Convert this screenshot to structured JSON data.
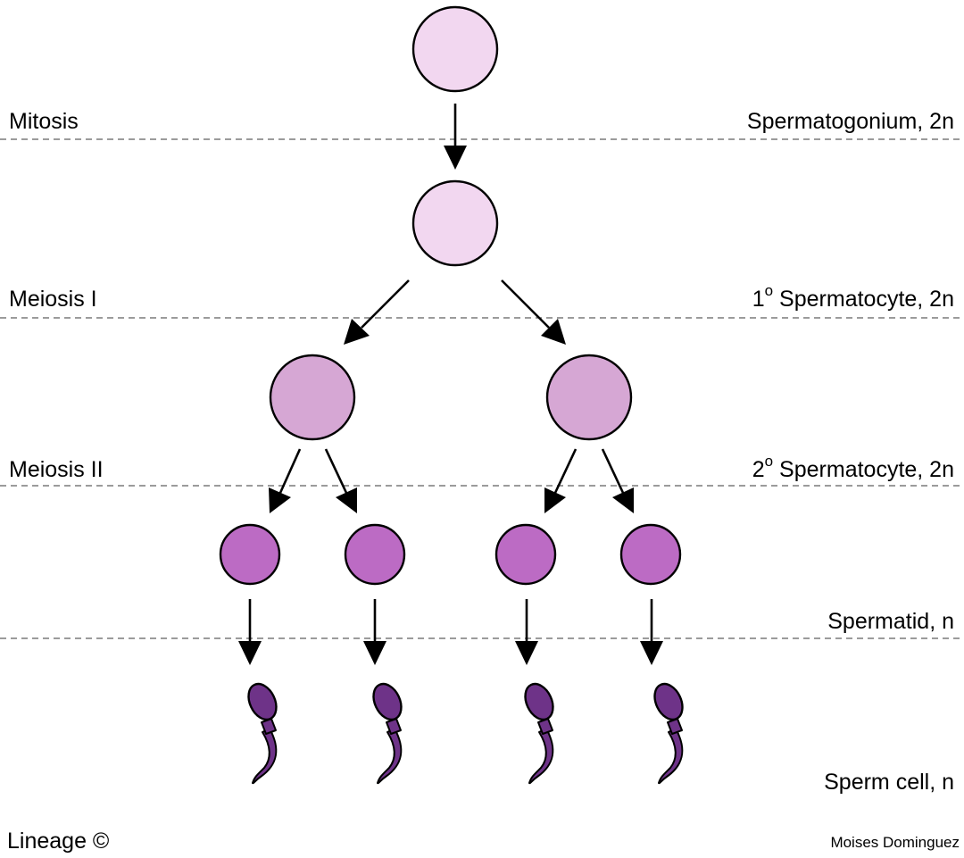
{
  "stages": {
    "mitosis": "Mitosis",
    "meiosis_1": "Meiosis I",
    "meiosis_2": "Meiosis II"
  },
  "cells": {
    "spermatogonium": "Spermatogonium, 2n",
    "primary_prefix": "1",
    "primary_degree": "o",
    "primary_text": " Spermatocyte, 2n",
    "secondary_prefix": "2",
    "secondary_degree": "o",
    "secondary_text": " Spermatocyte, 2n",
    "spermatid": "Spermatid, n",
    "sperm": "Sperm cell, n"
  },
  "footer": {
    "left": "Lineage ©",
    "right": "Moises Dominguez"
  },
  "colors": {
    "spermatogonium": "#f2d7f0",
    "secondary_spermatocyte": "#d6a7d4",
    "spermatid": "#bc6bc4",
    "sperm": "#6e3388"
  }
}
